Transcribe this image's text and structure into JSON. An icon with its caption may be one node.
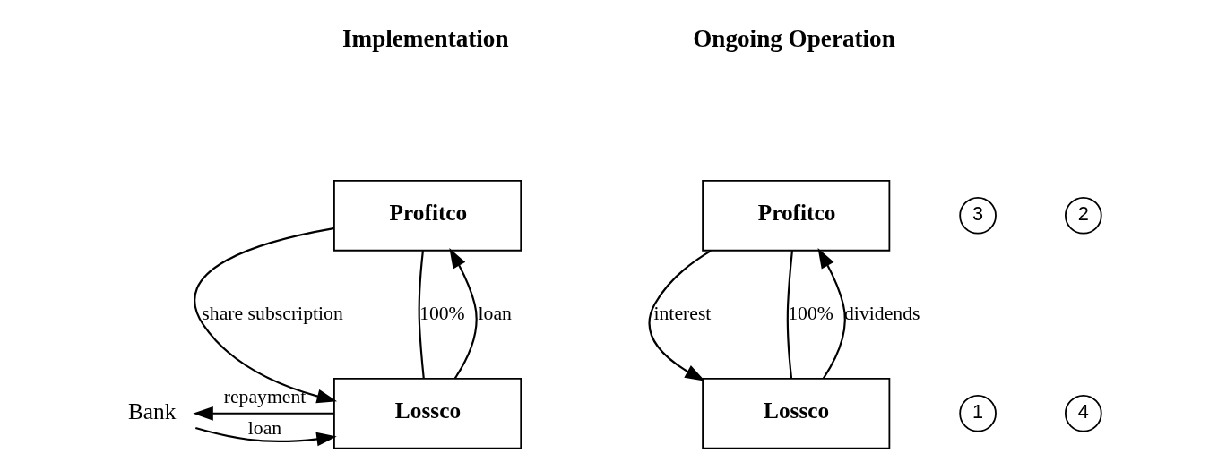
{
  "diagram": {
    "nodes": [
      {
        "text": [
          "Profitco"
        ]
      },
      {
        "text": [
          "Lossco"
        ]
      },
      {
        "text": [
          "Bank"
        ]
      },
      {
        "text": [
          "Profitco"
        ]
      },
      {
        "text": [
          "Lossco"
        ]
      }
    ],
    "edges": [
      {
        "from": 0,
        "to": 1,
        "arrow": "to",
        "label": "share subscription"
      },
      {
        "from": 0,
        "to": 1,
        "arrow": "none",
        "label": "100%"
      },
      {
        "from": 1,
        "to": 0,
        "arrow": "to",
        "label": "loan"
      },
      {
        "from": 2,
        "to": 1,
        "arrow": "to",
        "label": "loan"
      },
      {
        "from": 1,
        "to": 2,
        "arrow": "to",
        "label": "repayment"
      },
      {
        "from": 3,
        "to": 4,
        "arrow": "to",
        "label": "interest"
      },
      {
        "from": 3,
        "to": 4,
        "arrow": "none",
        "label": "100%"
      },
      {
        "from": 4,
        "to": 3,
        "arrow": "to",
        "label": "dividends"
      }
    ],
    "labels": [
      "Implementation",
      "Ongoing Operation",
      "3",
      "2",
      "1",
      "4"
    ]
  }
}
